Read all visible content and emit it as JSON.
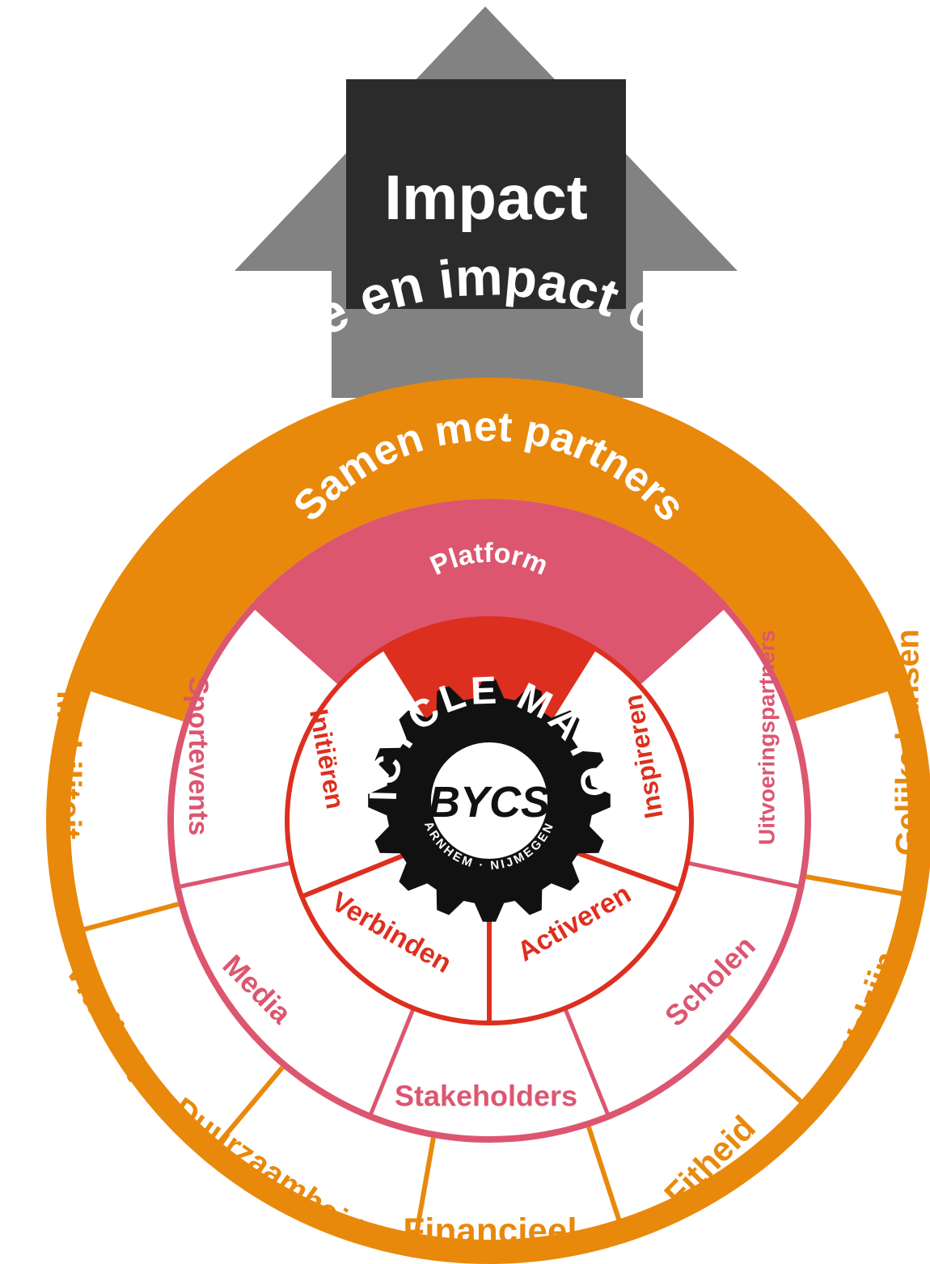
{
  "arrow": {
    "label": "Impact",
    "arrow_color": "#828282",
    "box_color": "#2b2b2b",
    "text_color": "#ffffff"
  },
  "rings": {
    "outer": {
      "title": "Waarde en impact creëren",
      "color": "#e8890c",
      "segments": [
        "Mobiliteit",
        "Vitaliteit",
        "Duurzaamheid",
        "Financieel",
        "Fitheid",
        "Welzijn",
        "Gelijke kansen"
      ]
    },
    "middle": {
      "title": "Samen met partners",
      "color": "#dc5670",
      "segments": [
        "Sportevents",
        "Media",
        "Stakeholders",
        "Scholen",
        "Uitvoeringspartners"
      ]
    },
    "inner": {
      "title": "Platform",
      "color": "#dd2f1f",
      "segments": [
        "Initiëren",
        "Verbinden",
        "Activeren",
        "Inspireren"
      ]
    }
  },
  "logo": {
    "ring_text": "BICYCLE MAYOR",
    "center_text": "BYCS",
    "bottom_text": "ARNHEM · NIJMEGEN",
    "color": "#111111"
  }
}
